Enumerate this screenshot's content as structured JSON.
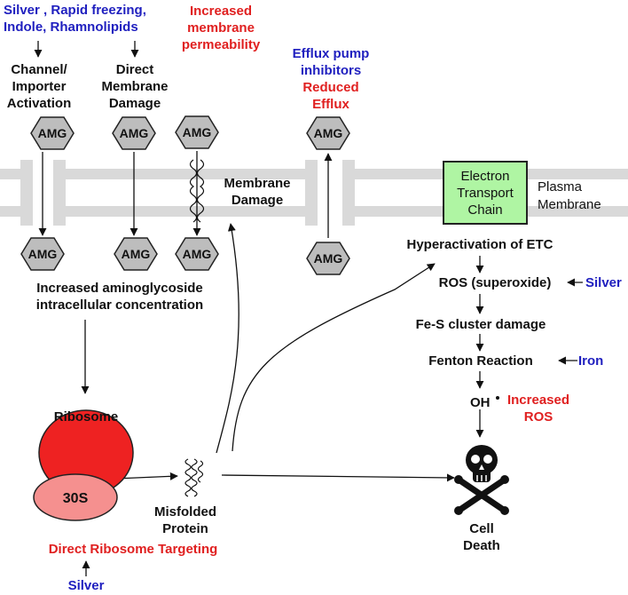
{
  "top_left": {
    "line1": "Silver , Rapid freezing,",
    "line2": "Indole, Rhamnolipids"
  },
  "channel_activation": {
    "line1": "Channel/",
    "line2": "Importer",
    "line3": "Activation"
  },
  "direct_membrane_damage": {
    "line1": "Direct",
    "line2": "Membrane",
    "line3": "Damage"
  },
  "increased_permeability": {
    "line1": "Increased",
    "line2": "membrane",
    "line3": "permeability"
  },
  "efflux_inhibitors": {
    "line1": "Efflux pump",
    "line2": "inhibitors"
  },
  "reduced_efflux": {
    "line1": "Reduced",
    "line2": "Efflux"
  },
  "amg_label": "AMG",
  "membrane_damage": {
    "line1": "Membrane",
    "line2": "Damage"
  },
  "etc_box": {
    "line1": "Electron",
    "line2": "Transport",
    "line3": "Chain"
  },
  "plasma_membrane": {
    "line1": "Plasma",
    "line2": "Membrane"
  },
  "increased_conc": {
    "line1": "Increased aminoglycoside",
    "line2": "intracellular concentration"
  },
  "ribosome": "Ribosome",
  "subunit_30s": "30S",
  "misfolded": {
    "line1": "Misfolded",
    "line2": "Protein"
  },
  "direct_ribosome_targeting": "Direct Ribosome Targeting",
  "silver_bottom": "Silver",
  "hyperactivation": "Hyperactivation of ETC",
  "ros_superoxide": "ROS (superoxide)",
  "silver_right": "Silver",
  "fes_damage": "Fe-S cluster damage",
  "fenton": "Fenton Reaction",
  "iron": "Iron",
  "oh_radical": "OH",
  "increased_ros": {
    "line1": "Increased",
    "line2": "ROS"
  },
  "cell_death": {
    "line1": "Cell",
    "line2": "Death"
  },
  "colors": {
    "blue": "#1f1fbf",
    "red": "#e02020",
    "membrane": "#d9d9d9",
    "etc_box": "#aff5a3",
    "ribosome_large": "#ee2222",
    "ribosome_small": "#f5908f",
    "amg_hexagon": "#bdbdbd"
  }
}
